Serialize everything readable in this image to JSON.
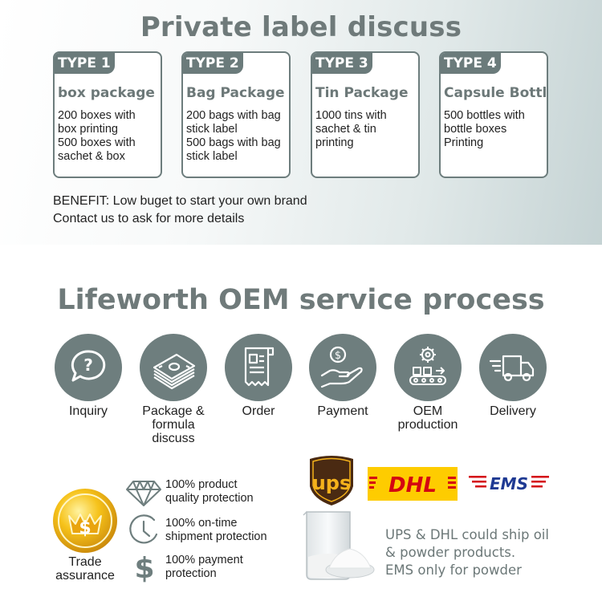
{
  "private_label": {
    "title": "Private label discuss",
    "cards": [
      {
        "tag": "TYPE 1",
        "heading": "box package",
        "lines": [
          "200 boxes with",
          "box printing",
          "500 boxes with",
          "sachet & box"
        ]
      },
      {
        "tag": "TYPE 2",
        "heading": "Bag Package",
        "lines": [
          "200 bags with bag",
          "stick label",
          "500 bags with bag",
          "stick label"
        ]
      },
      {
        "tag": "TYPE 3",
        "heading": "Tin Package",
        "lines": [
          "1000 tins with",
          "sachet & tin",
          "printing"
        ]
      },
      {
        "tag": "TYPE 4",
        "heading": "Capsule Bottle",
        "lines": [
          "500 bottles with",
          "bottle boxes",
          "Printing"
        ]
      }
    ],
    "benefit_line1": "BENEFIT: Low buget to start your own brand",
    "benefit_line2": "Contact us to ask for more details"
  },
  "process": {
    "title": "Lifeworth OEM service process",
    "steps": [
      {
        "icon": "question-bubble-icon",
        "label_lines": [
          "Inquiry"
        ]
      },
      {
        "icon": "money-stack-icon",
        "label_lines": [
          "Package &",
          "formula",
          "discuss"
        ]
      },
      {
        "icon": "order-document-icon",
        "label_lines": [
          "Order"
        ]
      },
      {
        "icon": "payment-hand-icon",
        "label_lines": [
          "Payment"
        ]
      },
      {
        "icon": "production-line-icon",
        "label_lines": [
          "OEM",
          "production"
        ]
      },
      {
        "icon": "delivery-truck-icon",
        "label_lines": [
          "Delivery"
        ]
      }
    ]
  },
  "trade_assurance": {
    "label_lines": [
      "Trade",
      "assurance"
    ],
    "items": [
      {
        "icon": "diamond-icon",
        "lines": [
          "100% product",
          "quality protection"
        ]
      },
      {
        "icon": "clock-icon",
        "lines": [
          "100% on-time",
          "shipment protection"
        ]
      },
      {
        "icon": "dollar-icon",
        "lines": [
          "100% payment",
          "protection"
        ]
      }
    ]
  },
  "shipping": {
    "ups_logo_text": "ups",
    "dhl_logo_text": "DHL",
    "ems_logo_text": "EMS",
    "lines": [
      "UPS & DHL could ship oil",
      "& powder products.",
      "EMS only for powder"
    ]
  },
  "colors": {
    "accent_gray": "#6e7e7e",
    "dhl_yellow": "#fecc00",
    "dhl_red": "#d40511",
    "ems_blue": "#1f3a93",
    "ups_brown": "#4a2a12",
    "ups_gold": "#f5b21b"
  }
}
